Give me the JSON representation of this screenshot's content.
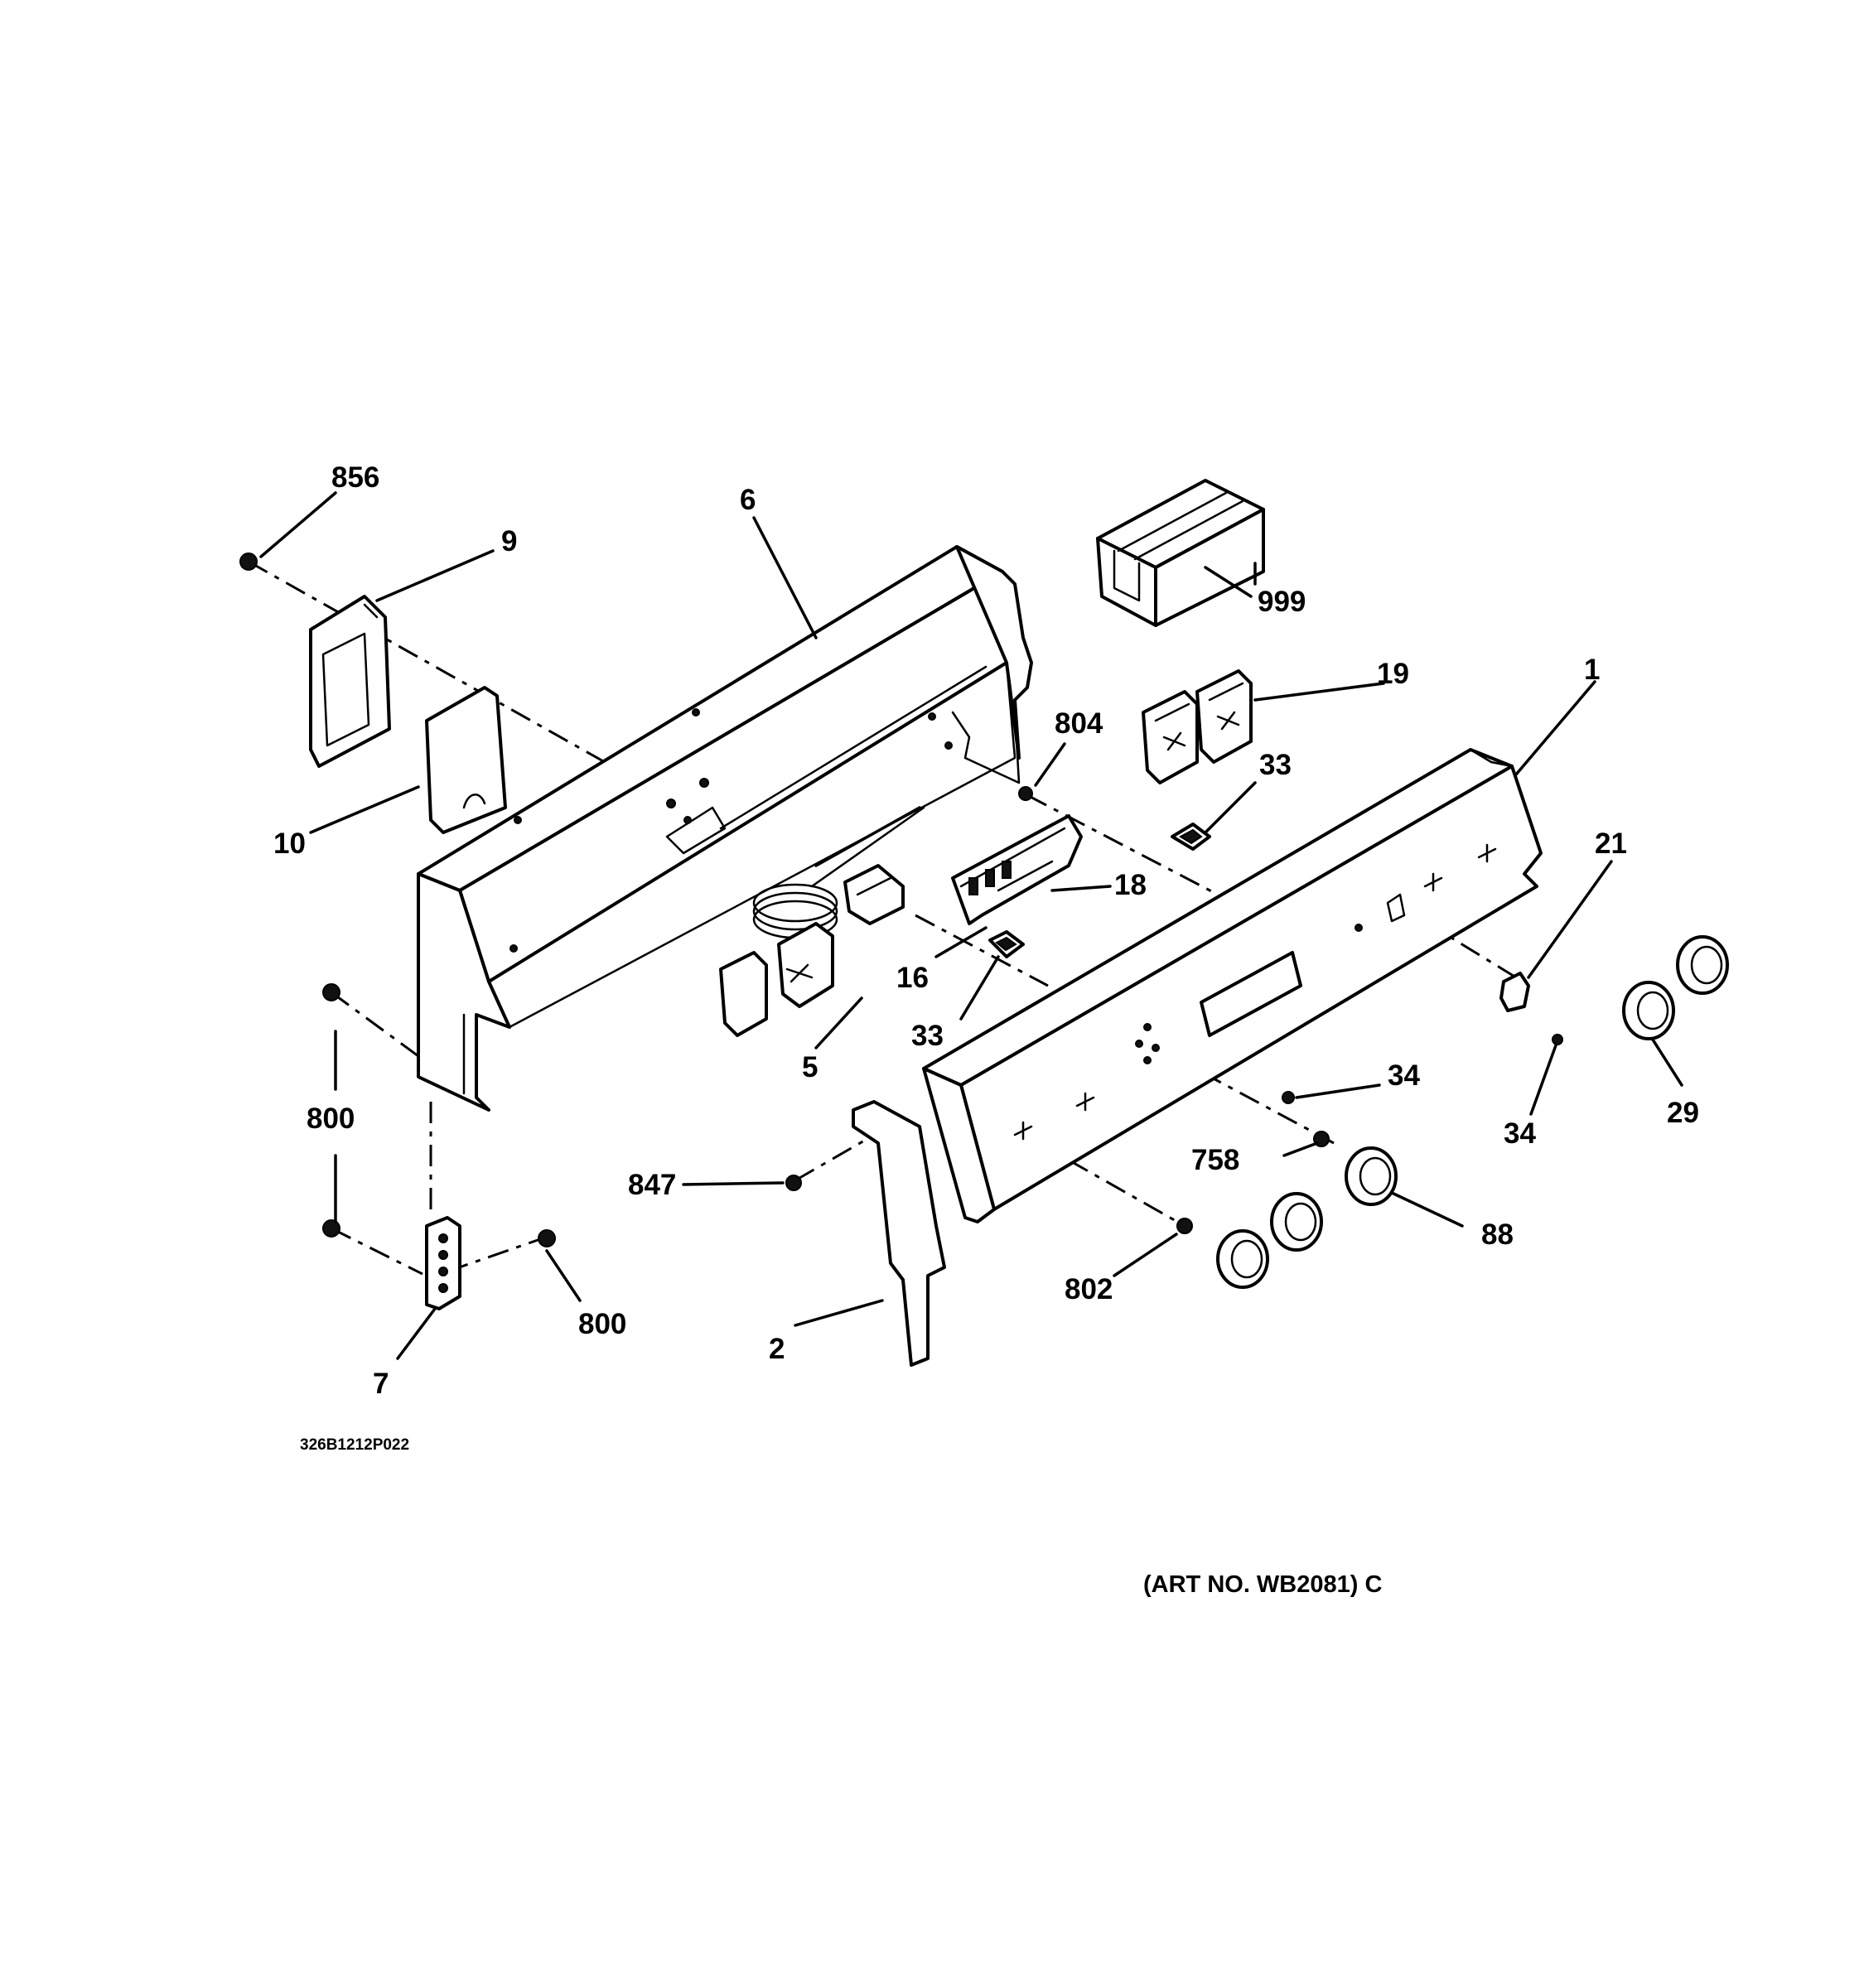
{
  "callouts": {
    "p856": "856",
    "p9": "9",
    "p6": "6",
    "p999": "999",
    "p19": "19",
    "p1": "1",
    "p804": "804",
    "p33a": "33",
    "p10": "10",
    "p18": "18",
    "p21": "21",
    "p16": "16",
    "p33b": "33",
    "p5": "5",
    "p34a": "34",
    "p34b": "34",
    "p29": "29",
    "p800a": "800",
    "p758": "758",
    "p847": "847",
    "p88": "88",
    "p802": "802",
    "p800b": "800",
    "p2": "2",
    "p7": "7"
  },
  "document_number": "326B1212P022",
  "art_number": "(ART NO. WB2081) C"
}
